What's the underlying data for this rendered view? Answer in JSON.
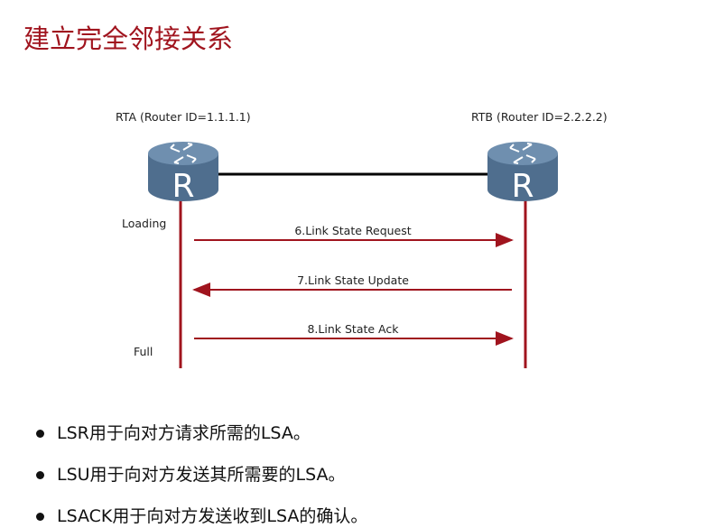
{
  "title": "建立完全邻接关系",
  "routers": [
    {
      "name": "RTA  (Router ID=1.1.1.1)",
      "glyph": "R"
    },
    {
      "name": "RTB  (Router ID=2.2.2.2)",
      "glyph": "R"
    }
  ],
  "states": {
    "loading": "Loading",
    "full": "Full"
  },
  "messages": [
    "6.Link State Request",
    "7.Link State Update",
    "8.Link State Ack"
  ],
  "bullets": [
    "LSR用于向对方请求所需的LSA。",
    "LSU用于向对方发送其所需要的LSA。",
    "LSACK用于向对方发送收到LSA的确认。"
  ],
  "colors": {
    "title": "#a0141e",
    "arrow": "#a0141e",
    "router": "#4f6e8e"
  }
}
